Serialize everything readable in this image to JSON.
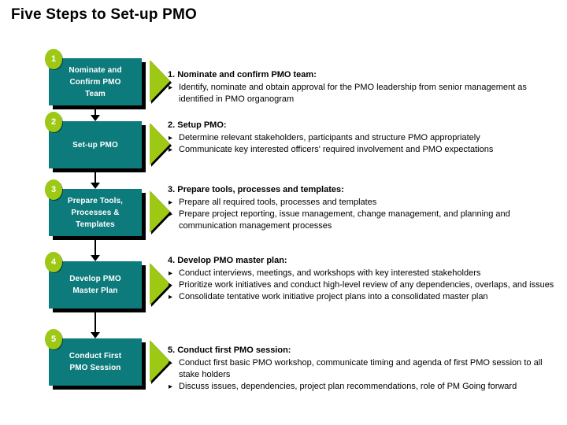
{
  "slide": {
    "title": "Five Steps to Set-up PMO",
    "background_color": "#ffffff"
  },
  "theme": {
    "box_fill": "#0D7A7C",
    "box_text": "#ffffff",
    "badge_fill": "#9DC814",
    "badge_text": "#ffffff",
    "arrow_fill": "#9DC814",
    "shadow": "#000000",
    "body_text": "#000000",
    "bullet_glyph": "▸"
  },
  "steps": [
    {
      "number": "1",
      "box_label": "Nominate and Confirm PMO Team",
      "box_lines": [
        "Nominate and",
        "Confirm PMO",
        "Team"
      ],
      "heading": "1. Nominate and confirm PMO team:",
      "bullets": [
        "Identify, nominate and obtain approval for the PMO leadership from senior management as identified in PMO organogram"
      ]
    },
    {
      "number": "2",
      "box_label": "Set-up PMO",
      "box_lines": [
        "Set-up PMO"
      ],
      "heading": "2. Setup PMO:",
      "bullets": [
        "Determine relevant stakeholders, participants and structure PMO appropriately",
        "Communicate key interested officers' required involvement and PMO expectations"
      ]
    },
    {
      "number": "3",
      "box_label": "Prepare Tools, Processes & Templates",
      "box_lines": [
        "Prepare Tools,",
        "Processes &",
        "Templates"
      ],
      "heading": "3. Prepare tools, processes and templates:",
      "bullets": [
        "Prepare all required tools, processes and templates",
        "Prepare project reporting, issue management, change management, and planning and communication management processes"
      ]
    },
    {
      "number": "4",
      "box_label": "Develop PMO Master Plan",
      "box_lines": [
        "Develop PMO",
        "Master Plan"
      ],
      "heading": "4. Develop PMO master plan:",
      "bullets": [
        "Conduct interviews, meetings, and workshops with key interested stakeholders",
        "Prioritize work initiatives and conduct high-level review of any dependencies, overlaps, and issues",
        "Consolidate tentative work initiative project plans into a consolidated master plan"
      ]
    },
    {
      "number": "5",
      "box_label": "Conduct First PMO Session",
      "box_lines": [
        "Conduct First",
        "PMO Session"
      ],
      "heading": "5. Conduct first PMO session:",
      "bullets": [
        "Conduct first basic PMO workshop, communicate timing and agenda of first PMO session to all stake holders",
        "Discuss issues, dependencies, project plan recommendations, role of PM Going forward"
      ]
    }
  ]
}
